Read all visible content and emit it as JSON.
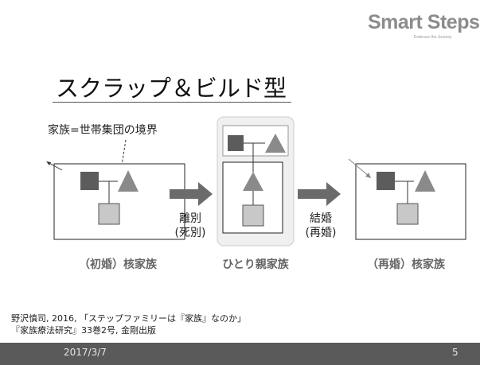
{
  "logo": {
    "brand": "Smart Steps",
    "tagline": "Embrace the Journey"
  },
  "slide": {
    "title": "スクラップ＆ビルド型",
    "boundary_label": "家族=世帯集団の境界",
    "arrow1_label_line1": "離別",
    "arrow1_label_line2": "(死別)",
    "arrow2_label_line1": "結婚",
    "arrow2_label_line2": "(再婚)",
    "captions": [
      "（初婚）核家族",
      "ひとり親家族",
      "（再婚）核家族"
    ],
    "citation_line1": "野沢慎司, 2016, 「ステップファミリーは『家族』なのか」",
    "citation_line2": "『家族療法研究』33巻2号, 金剛出版"
  },
  "footer": {
    "date": "2017/3/7",
    "page": "5"
  },
  "colors": {
    "male_square": "#5c5c5c",
    "female_triangle": "#8a8a8a",
    "child_square": "#c8c8c8",
    "arrow": "#6b6b6b",
    "single_parent_panel": "#f0f0f0",
    "footer_bar": "#5a5a5a"
  }
}
